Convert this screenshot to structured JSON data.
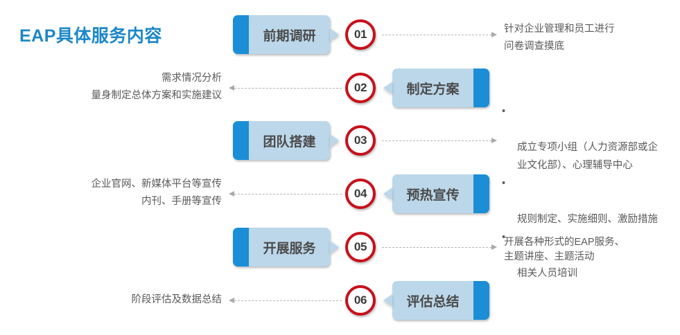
{
  "title": "EAP具体服务内容",
  "colors": {
    "title": "#1b87c9",
    "box_body": "#bcd7ea",
    "box_bar": "#1b8ed6",
    "circle_ring": "#c8101b",
    "text": "#595959",
    "connector": "#b5b5b5"
  },
  "steps": [
    {
      "number": "01",
      "label": "前期调研",
      "side": "left",
      "desc": "针对企业管理和员工进行\n问卷调查摸底"
    },
    {
      "number": "02",
      "label": "制定方案",
      "side": "right",
      "desc": "需求情况分析\n量身制定总体方案和实施建议"
    },
    {
      "number": "03",
      "label": "团队搭建",
      "side": "left",
      "bullets": [
        "成立专项小组（人力资源部或企\n业文化部）、心理辅导中心",
        "规则制定、实施细则、激励措施",
        "相关人员培训"
      ]
    },
    {
      "number": "04",
      "label": "预热宣传",
      "side": "right",
      "desc": "企业官网、新媒体平台等宣传\n内刊、手册等宣传"
    },
    {
      "number": "05",
      "label": "开展服务",
      "side": "left",
      "desc": "开展各种形式的EAP服务、\n主题讲座、主题活动"
    },
    {
      "number": "06",
      "label": "评估总结",
      "side": "right",
      "desc": "阶段评估及数据总结"
    }
  ]
}
